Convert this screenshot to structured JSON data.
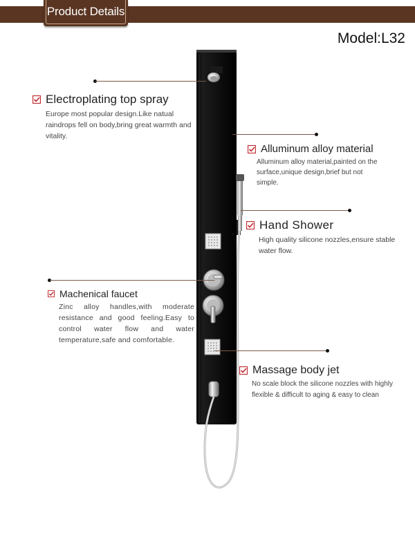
{
  "header": {
    "tab_label": "Product Details",
    "bar_color": "#5a3522"
  },
  "model_label": "Model:L32",
  "check_color": "#c0282d",
  "features": [
    {
      "title": "Electroplating top spray",
      "desc": "Europe most popular design.Like natual raindrops fell on body,bring great warmth and vitality."
    },
    {
      "title": "Alluminum alloy material",
      "desc": "Alluminum alloy material,painted on the surface,unique design,brief but not simple."
    },
    {
      "title": "Hand Shower",
      "desc": "High quality silicone nozzles,ensure stable water flow."
    },
    {
      "title": "Machenical faucet",
      "desc": "Zinc alloy handles,with moderate resistance and good feeling.Easy to control water flow and water temperature,safe and comfortable."
    },
    {
      "title": "Massage body jet",
      "desc": "No scale block the silicone nozzles with  highly flexible & difficult to aging & easy to clean"
    }
  ]
}
